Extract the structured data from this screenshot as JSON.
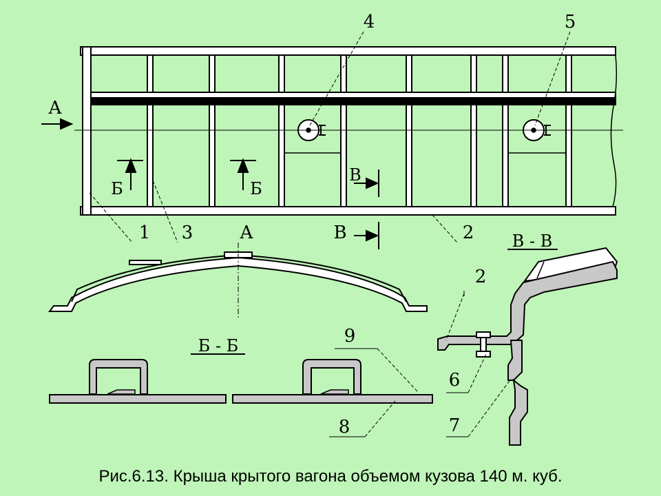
{
  "caption": "Рис.6.13. Крыша крытого вагона объемом кузова 140 м. куб.",
  "labels": {
    "n1": "1",
    "n2": "2",
    "n3": "3",
    "n4": "4",
    "n5": "5",
    "n6": "6",
    "n7": "7",
    "n8": "8",
    "n9": "9",
    "n2b": "2",
    "view_a_arrow": "А",
    "view_a_under": "А",
    "sec_b_left": "Б",
    "sec_b_right": "Б",
    "sec_v_upper": "В",
    "sec_v_lower": "В",
    "section_bb_title": "Б - Б",
    "section_vv_title": "В - В"
  },
  "colors": {
    "background": "#bff5b8",
    "part_fill": "#ffffff",
    "section_fill": "#c8c8c8",
    "stroke": "#000000"
  }
}
